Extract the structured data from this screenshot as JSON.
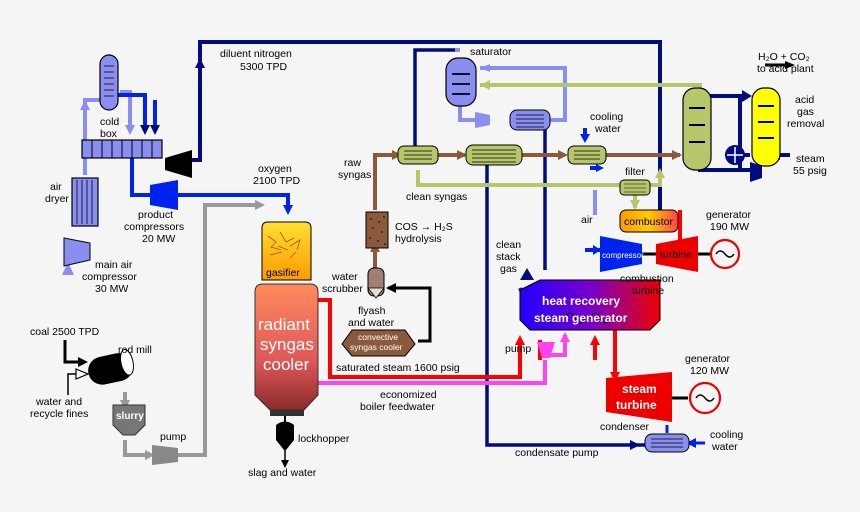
{
  "labels": {
    "diluent_nitrogen": "diluent nitrogen",
    "diluent_tpd": "5300 TPD",
    "saturator": "saturator",
    "h2o_co2": "H₂O + CO₂",
    "to_acid_plant": "to acid plant",
    "cooling_water_top": "cooling",
    "cooling_water_top2": "water",
    "acid_gas_removal_1": "acid",
    "acid_gas_removal_2": "gas",
    "acid_gas_removal_3": "removal",
    "steam": "steam",
    "steam_psig": "55 psig",
    "cold_box_1": "cold",
    "cold_box_2": "box",
    "air_dryer_1": "air",
    "air_dryer_2": "dryer",
    "product_compressors_1": "product",
    "product_compressors_2": "compressors",
    "product_compressors_mw": "20 MW",
    "main_air_compressor_1": "main air",
    "main_air_compressor_2": "compressor",
    "main_air_compressor_mw": "30 MW",
    "oxygen": "oxygen",
    "oxygen_tpd": "2100 TPD",
    "raw_syngas_1": "raw",
    "raw_syngas_2": "syngas",
    "clean_syngas": "clean syngas",
    "cos_h2s_1": "COS → H₂S",
    "cos_h2s_2": "hydrolysis",
    "filter": "filter",
    "air": "air",
    "combustor": "combustor",
    "compressor": "compressor",
    "turbine": "turbine",
    "generator_190_1": "generator",
    "generator_190_2": "190 MW",
    "combustion_turbine_1": "combustion",
    "combustion_turbine_2": "turbine",
    "clean_stack_gas_1": "clean",
    "clean_stack_gas_2": "stack",
    "clean_stack_gas_3": "gas",
    "water_scrubber_1": "water",
    "water_scrubber_2": "scrubber",
    "gasifier": "gasifier",
    "radiant_1": "radiant",
    "radiant_2": "syngas",
    "radiant_3": "cooler",
    "flyash_1": "flyash",
    "flyash_2": "and water",
    "convective_1": "convective",
    "convective_2": "syngas cooler",
    "hrsg_1": "heat recovery",
    "hrsg_2": "steam generator",
    "coal": "coal 2500 TPD",
    "rod_mill": "rod mill",
    "water_recycle_1": "water and",
    "water_recycle_2": "recycle fines",
    "slurry": "slurry",
    "pump_slurry": "pump",
    "saturated_steam": "saturated steam 1600 psig",
    "pump_hrsg": "pump",
    "economized_1": "economized",
    "economized_2": "boiler feedwater",
    "generator_120_1": "generator",
    "generator_120_2": "120 MW",
    "steam_turbine_1": "steam",
    "steam_turbine_2": "turbine",
    "condenser": "condenser",
    "cooling_water_bottom_1": "cooling",
    "cooling_water_bottom_2": "water",
    "lockhopper": "lockhopper",
    "slag": "slag and water",
    "condensate_pump": "condensate pump"
  },
  "colors": {
    "nitrogen": "#000c7f",
    "oxygen": "#0022ee",
    "air": "#8a8ef0",
    "syngas_raw": "#8b5a3c",
    "clean_syngas": "#b8c66b",
    "steam_red": "#ff0000",
    "feedwater": "#ff44ee",
    "slurry_gray": "#999999",
    "black": "#000000"
  }
}
